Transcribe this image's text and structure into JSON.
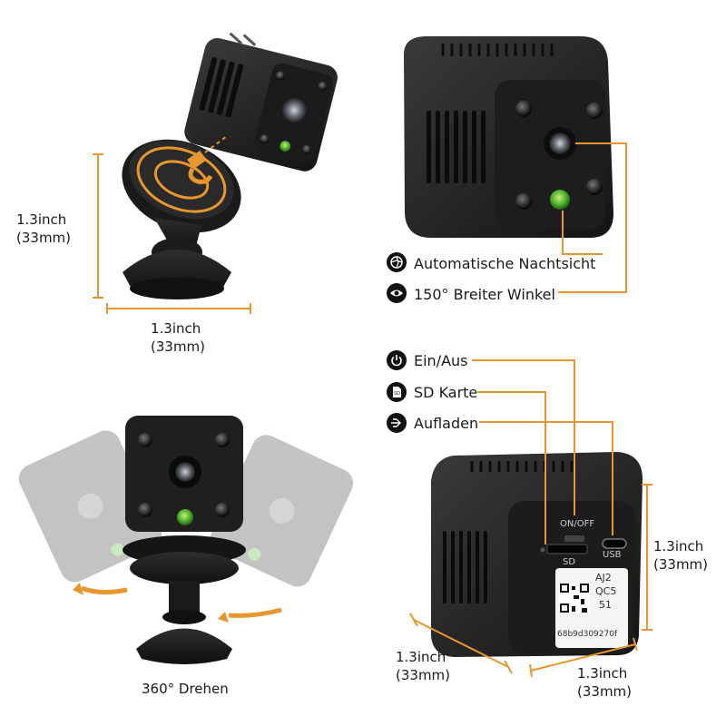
{
  "top_left": {
    "height_label": "1.3inch",
    "height_label_mm": "(33mm)",
    "width_label": "1.3inch",
    "width_label_mm": "(33mm)"
  },
  "top_right": {
    "features": [
      {
        "label": "Automatische Nachtsicht",
        "icon": "aperture-icon"
      },
      {
        "label": "150° Breiter Winkel",
        "icon": "eye-icon"
      }
    ]
  },
  "bottom_right": {
    "features": [
      {
        "label": "Ein/Aus",
        "icon": "power-icon"
      },
      {
        "label": "SD Karte",
        "icon": "sd-card-icon"
      },
      {
        "label": "Aufladen",
        "icon": "usb-icon"
      }
    ],
    "switch_label": "ON/OFF",
    "sd_label": "SD",
    "usb_label": "USB",
    "sticker_lines": [
      "AJ2",
      "QC5",
      "51"
    ],
    "serial": "68b9d309270f",
    "height_label": "1.3inch",
    "height_label_mm": "(33mm)",
    "depth_label": "1.3inch",
    "depth_label_mm": "(33mm)",
    "width_label": "1.3inch",
    "width_label_mm": "(33mm)"
  },
  "bottom_left": {
    "caption": "360° Drehen"
  },
  "colors": {
    "accent": "#e8962e",
    "body_dark": "#222222",
    "led_green": "#4caf2a"
  }
}
